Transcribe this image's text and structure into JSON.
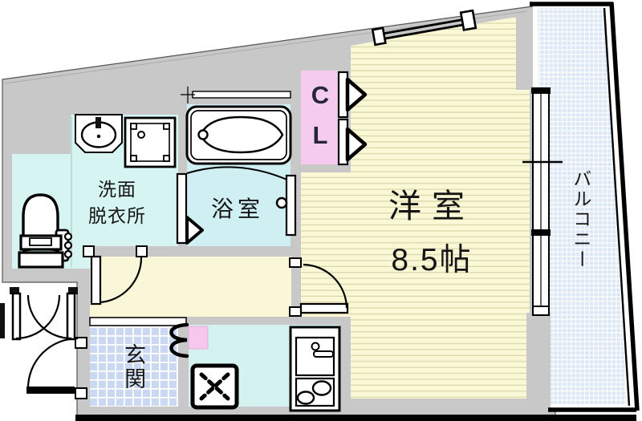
{
  "rooms": {
    "western": {
      "name": "洋室",
      "size": "8.5帖"
    },
    "bath": {
      "name": "浴室"
    },
    "washroom": {
      "name": "洗面\n脱衣所"
    },
    "entrance": {
      "name": "玄関"
    },
    "balcony": {
      "name": "バルコニー"
    },
    "closet": {
      "name": "C\nL"
    }
  },
  "symbols": [
    "bathtub",
    "wash-basin",
    "washing-machine-pan",
    "toilet",
    "kitchen-sink-counter",
    "gas-stove",
    "closet-doors",
    "sliding-window",
    "swing-doors"
  ],
  "colors": {
    "wall_gray": "#c8c8c8",
    "room_stripe_base": "#fbf8d6",
    "room_stripe_line": "#dbd7ad",
    "hall_yellow": "#faf6d8",
    "washroom_cyan": "#d6f4f2",
    "bath_cyan": "#cfeff3",
    "kitchen_cyan": "#d4f2f0",
    "closet_pink": "#f6cbf0",
    "accent_pink": "#f9c6ee",
    "entrance_blue": "#cbd8f2",
    "balcony_blue": "#dde8f5",
    "line_black": "#000000"
  }
}
